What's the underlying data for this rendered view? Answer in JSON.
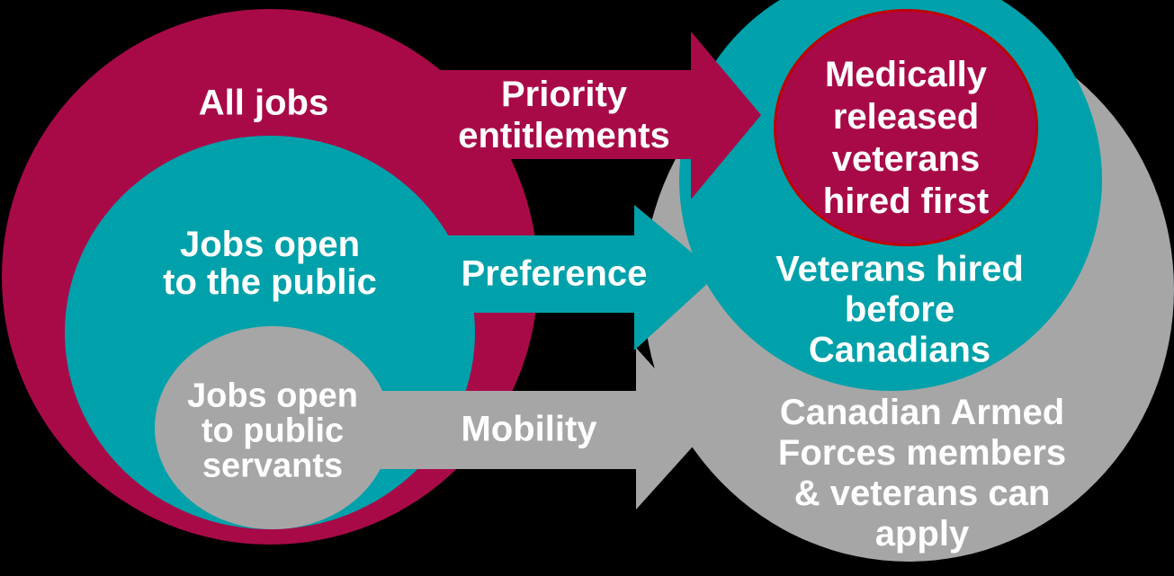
{
  "colors": {
    "background": "#000000",
    "crimson": "#A80A48",
    "teal": "#00A1AA",
    "gray": "#A6A6A6",
    "crimson_outline": "#C00000",
    "text": "#FFFFFF"
  },
  "left_circles": {
    "all_jobs": {
      "label": "All jobs"
    },
    "jobs_public": {
      "lines": [
        "Jobs open",
        "to the public"
      ]
    },
    "jobs_servants": {
      "lines": [
        "Jobs open",
        "to public",
        "servants"
      ]
    }
  },
  "arrows": {
    "priority": {
      "lines": [
        "Priority",
        "entitlements"
      ]
    },
    "preference": {
      "label": "Preference"
    },
    "mobility": {
      "label": "Mobility"
    }
  },
  "right_circles": {
    "medically_released": {
      "lines": [
        "Medically",
        "released",
        "veterans",
        "hired first"
      ]
    },
    "veterans_before": {
      "lines": [
        "Veterans hired",
        "before",
        "Canadians"
      ]
    },
    "caf_members": {
      "lines": [
        "Canadian Armed",
        "Forces members",
        "& veterans can",
        "apply"
      ]
    }
  }
}
